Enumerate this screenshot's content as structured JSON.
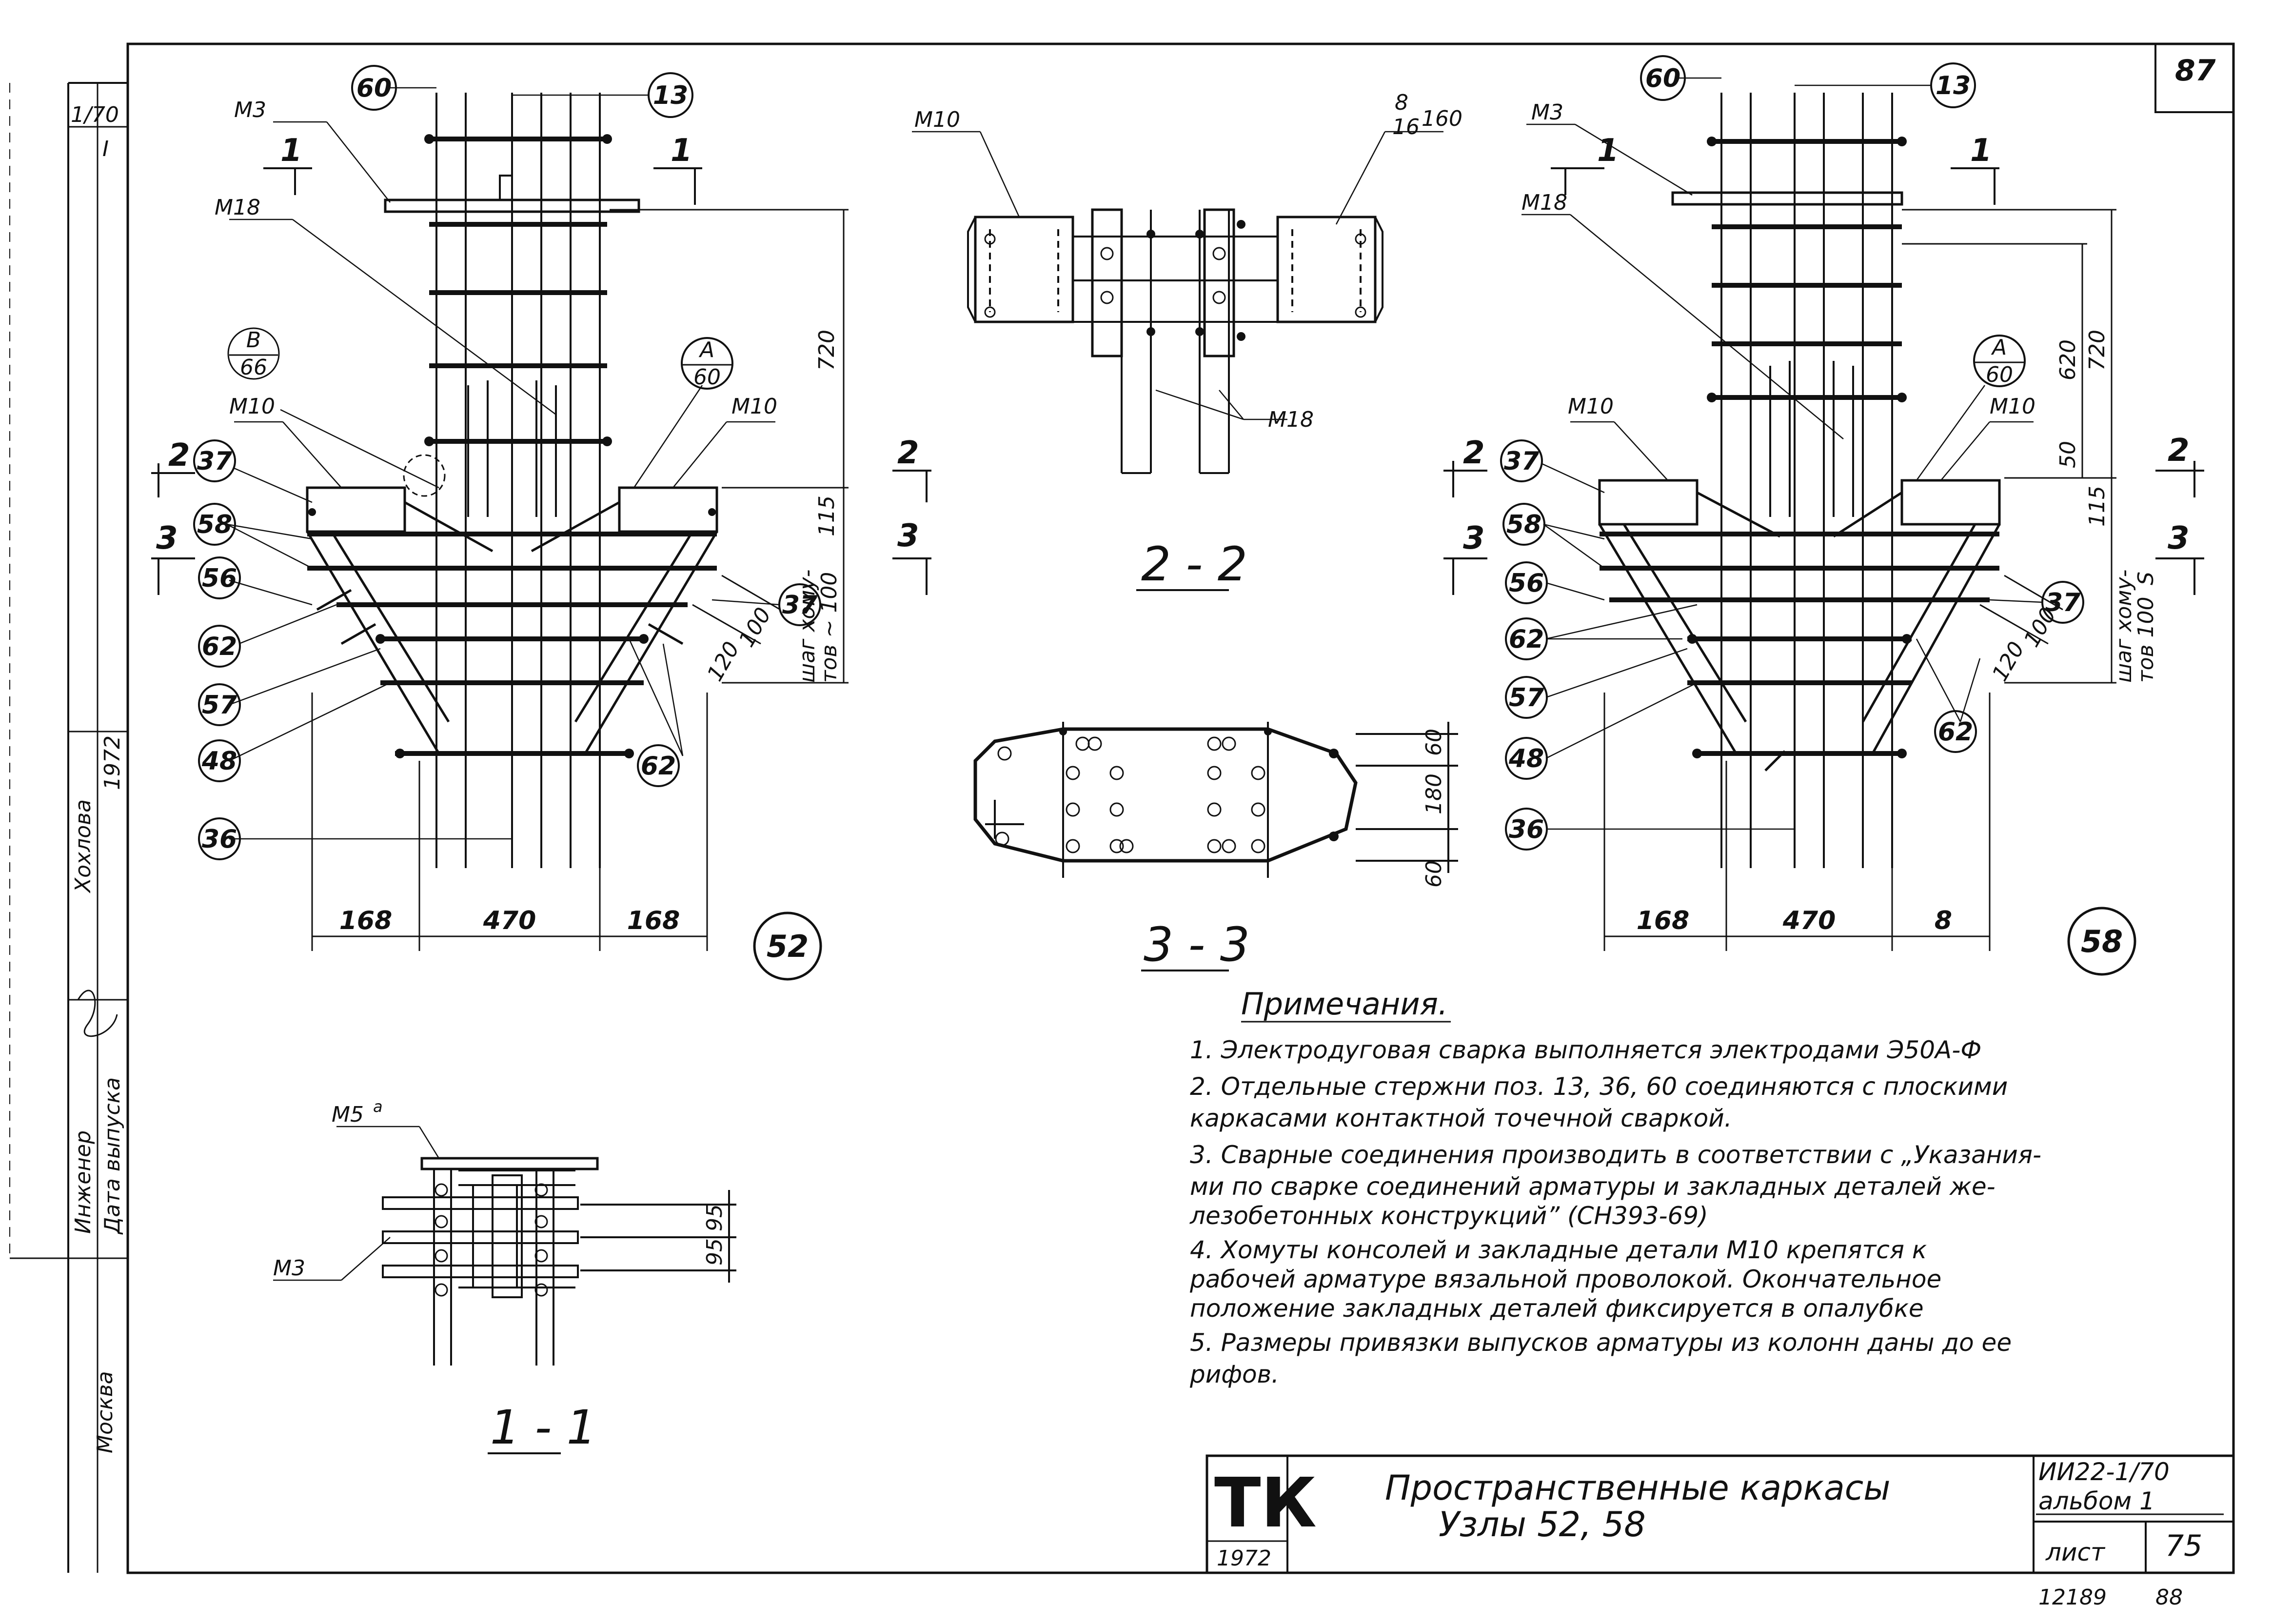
{
  "sheet_number": "87",
  "side_stamp": {
    "code_top": "1/70",
    "code_mid": "I",
    "drawn_by": "Хохлова",
    "year": "1972",
    "engineer": "Инженер",
    "release_date": "Дата выпуска",
    "city": "Москва"
  },
  "node_52": {
    "circle_label": "52",
    "callouts": [
      "60",
      "13",
      "37",
      "58",
      "56",
      "62",
      "57",
      "48",
      "36",
      "37",
      "62"
    ],
    "leaders": {
      "m3": "М3",
      "m18": "М18",
      "m10_left": "М10",
      "m10_right": "М10",
      "b_top": "В",
      "b_bot": "66",
      "a_top": "А",
      "a_bot": "60"
    },
    "section_marks": {
      "s1": "1",
      "s2": "2",
      "s3": "3"
    },
    "dims_vertical": {
      "d720": "720",
      "d115": "115",
      "stirrup": "шаг хому-",
      "stirrup2": "тов ~ 100"
    },
    "dims_diag": {
      "d120": "120",
      "d100": "100"
    },
    "dims_horizontal": [
      "168",
      "470",
      "168"
    ]
  },
  "node_58": {
    "circle_label": "58",
    "callouts": [
      "60",
      "13",
      "37",
      "58",
      "56",
      "62",
      "57",
      "48",
      "36",
      "37",
      "62"
    ],
    "leaders": {
      "m3": "М3",
      "m18": "М18",
      "m10_left": "М10",
      "m10_right": "М10",
      "a_top": "А",
      "a_bot": "60"
    },
    "section_marks": {
      "s1": "1",
      "s2": "2",
      "s3": "3"
    },
    "dims_vertical": {
      "d720": "720",
      "d620": "620",
      "d50": "50",
      "d115": "115",
      "stirrup": "шаг хому-",
      "stirrup2": "тов 100",
      "s": "S"
    },
    "dims_diag": {
      "d120": "120",
      "d100": "100"
    },
    "dims_horizontal": [
      "168",
      "470",
      "8"
    ]
  },
  "section_2_2": {
    "label": "2 - 2",
    "m10": "М10",
    "m18": "М18",
    "ref_top": "8",
    "ref_bot": "16",
    "ref_dim": "160"
  },
  "section_3_3": {
    "label": "3 - 3",
    "dims": [
      "60",
      "180",
      "60"
    ]
  },
  "section_1_1": {
    "label": "1 - 1",
    "m5a": "М5",
    "m5a_sup": "а",
    "m3": "М3",
    "dims": [
      "95",
      "95"
    ]
  },
  "notes": {
    "heading": "Примечания.",
    "lines": [
      "1.  Электродуговая сварка выполняется электродами Э50А-Ф",
      "2.  Отдельные стержни поз. 13, 36, 60 соединяются с плоскими",
      "     каркасами контактной точечной сваркой.",
      "3.  Сварные соединения производить в соответствии с „Указания-",
      "     ми по сварке соединений арматуры и закладных деталей же-",
      "     лезобетонных конструкций” (СН393-69)",
      "4.  Хомуты консолей и закладные детали М10 крепятся к",
      "     рабочей арматуре вязальной проволокой. Окончательное",
      "     положение закладных деталей фиксируется в опалубке",
      "5.  Размеры привязки выпусков арматуры из колонн даны до ее",
      "     рифов."
    ]
  },
  "title_block": {
    "logo": "ТК",
    "logo_year": "1972",
    "title_line1": "Пространственные каркасы",
    "title_line2": "Узлы   52, 58",
    "series": "ИИ22-1/70",
    "album": "альбом 1",
    "sheet_label": "лист",
    "sheet_no": "75",
    "footer_left": "12189",
    "footer_right": "88"
  }
}
